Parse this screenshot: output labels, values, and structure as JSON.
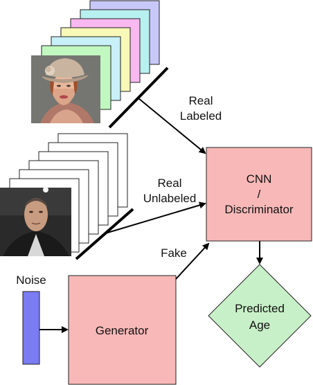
{
  "labels": {
    "real_labeled_line1": "Real",
    "real_labeled_line2": "Labeled",
    "real_unlabeled_line1": "Real",
    "real_unlabeled_line2": "Unlabeled",
    "fake": "Fake",
    "noise": "Noise",
    "generator": "Generator",
    "cnn_line1": "CNN",
    "cnn_line2": "/",
    "cnn_line3": "Discriminator",
    "predicted_line1": "Predicted",
    "predicted_line2": "Age"
  },
  "colors": {
    "generator_fill": "#f8b8b8",
    "discriminator_fill": "#f8b8b8",
    "predicted_fill": "#c8f0c8",
    "noise_fill": "#7b7bf2",
    "labeled_stack": [
      "#c8c8f8",
      "#b8f0f0",
      "#f8b8f0",
      "#f8f8b8",
      "#c8f0f8",
      "#c0f8c0"
    ],
    "unlabeled_stack": "#ffffff"
  },
  "images": {
    "labeled_photo": "woman-in-hat-photo",
    "unlabeled_photo": "man-portrait-photo"
  }
}
